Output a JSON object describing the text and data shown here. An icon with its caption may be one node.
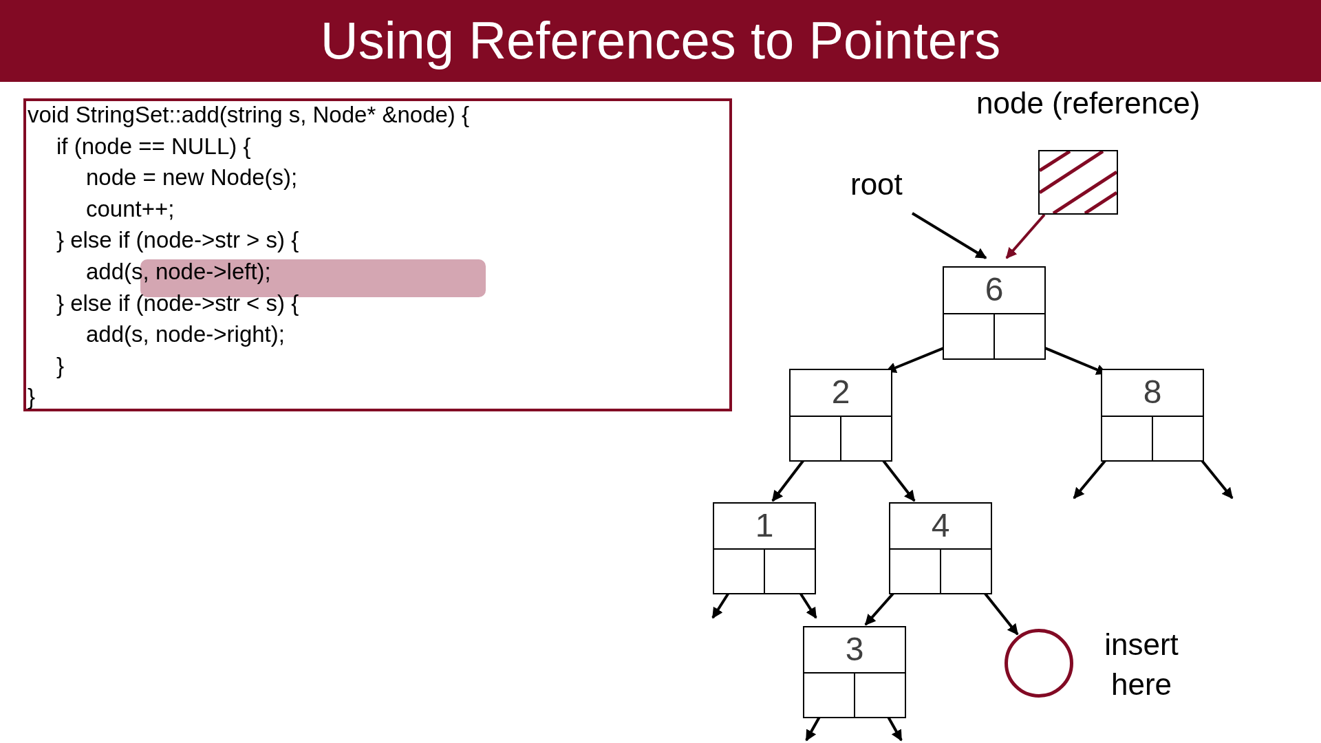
{
  "diagram": {
    "title": "Using References to Pointers",
    "nodes": [
      {
        "text": [
          "void StringSet::add(string s, Node* &node) {",
          "if (node == NULL) {",
          "node = new Node(s);",
          "count++;",
          "} else if (node->str > s) {",
          "add(s, node->left);",
          "} else if (node->str < s) {",
          "add(s, node->right);",
          "}",
          "}"
        ]
      },
      {
        "text": [
          "node (reference)"
        ]
      },
      {
        "text": [
          "root"
        ]
      },
      {
        "text": [
          "6"
        ]
      },
      {
        "text": [
          "2"
        ]
      },
      {
        "text": [
          "8"
        ]
      },
      {
        "text": [
          "1"
        ]
      },
      {
        "text": [
          "4"
        ]
      },
      {
        "text": [
          "3"
        ]
      },
      {
        "text": [],
        "shape": "circle",
        "beside": [
          "insert here"
        ]
      }
    ],
    "edges": [
      {
        "from": 2,
        "to": 3,
        "arrow": "to"
      },
      {
        "from": 1,
        "to": 3,
        "arrow": "to",
        "color": "#7b0a24"
      },
      {
        "from": 3,
        "to": 4,
        "arrow": "to"
      },
      {
        "from": 3,
        "to": 5,
        "arrow": "to"
      },
      {
        "from": 4,
        "to": 6,
        "arrow": "to"
      },
      {
        "from": 4,
        "to": 7,
        "arrow": "to"
      },
      {
        "from": 5,
        "to": null,
        "arrow": "to"
      },
      {
        "from": 5,
        "to": null,
        "arrow": "to"
      },
      {
        "from": 6,
        "to": null,
        "arrow": "to"
      },
      {
        "from": 6,
        "to": null,
        "arrow": "to"
      },
      {
        "from": 7,
        "to": 8,
        "arrow": "to"
      },
      {
        "from": 7,
        "to": 9,
        "arrow": "to"
      },
      {
        "from": 8,
        "to": null,
        "arrow": "to"
      },
      {
        "from": 8,
        "to": null,
        "arrow": "to"
      }
    ]
  }
}
